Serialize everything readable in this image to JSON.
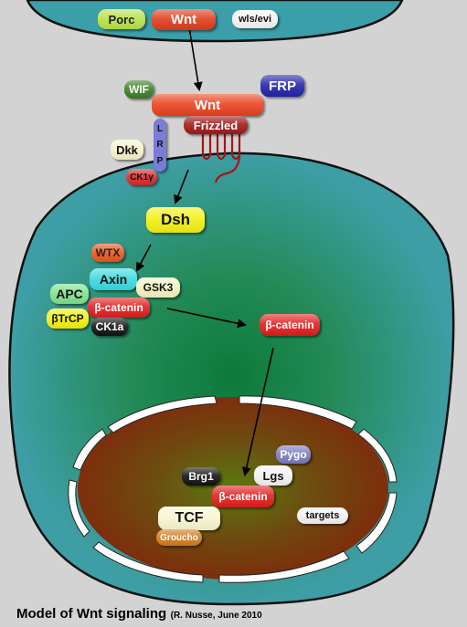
{
  "labels": {
    "porc": "Porc",
    "wnt_top": "Wnt",
    "wls": "wls/evi",
    "wif": "WIF",
    "wnt_receptor": "Wnt",
    "frp": "FRP",
    "frizzled": "Frizzled",
    "lrp": [
      "L",
      "R",
      "P"
    ],
    "dkk": "Dkk",
    "ck1g": "CK1γ",
    "dsh": "Dsh",
    "wtx": "WTX",
    "axin": "Axin",
    "gsk3": "GSK3",
    "apc": "APC",
    "bcatenin_complex": "β-catenin",
    "btrcp": "βTrCP",
    "ck1a": "CK1a",
    "bcatenin_free": "β-catenin",
    "pygo": "Pygo",
    "brg1": "Brg1",
    "lgs": "Lgs",
    "bcatenin_nuclear": "β-catenin",
    "targets": "targets",
    "tcf": "TCF",
    "groucho": "Groucho"
  },
  "caption": {
    "title": "Model of Wnt signaling",
    "credit": "(R. Nusse, June 2010"
  },
  "colors": {
    "background": "#d3d3d3",
    "cell_fill": "#3d9aa3",
    "cell_inner": "#1f8a4a",
    "nucleus_outer": "#8b3a0e",
    "nucleus_inner": "#5e7a0f",
    "wnt_red": "#e03a1a",
    "frizzled": "#a01818",
    "frp_blue": "#2222aa",
    "dsh_yellow": "#f3ef10",
    "axin_cyan": "#39d9df"
  }
}
